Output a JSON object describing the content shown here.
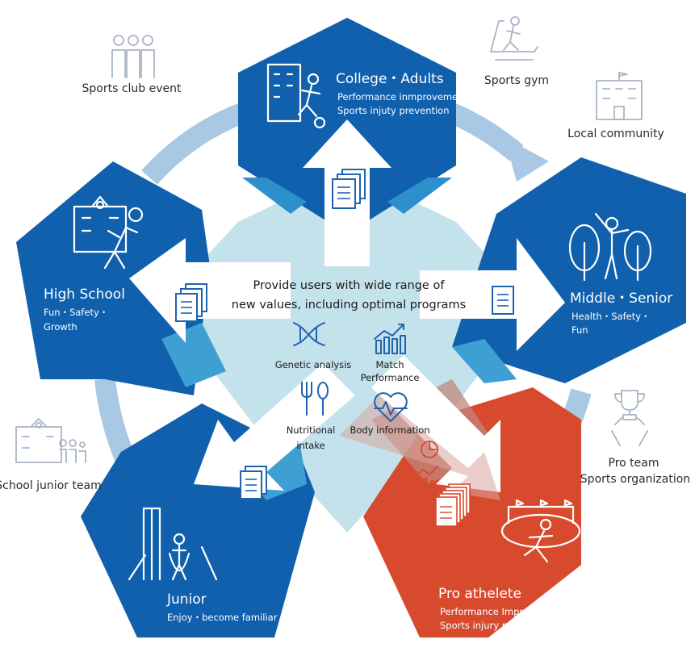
{
  "colors": {
    "pentagon_blue": "#1060ad",
    "pro_red": "#d84a2e",
    "ring": "#9cc0df",
    "center": "#c4e2ec",
    "outer_icon": "#aab4c4"
  },
  "center": {
    "title_line1": "Provide users with wide range of",
    "title_line2": "new values, including optimal programs",
    "items": {
      "genetic": "Genetic analysis",
      "match_line1": "Match",
      "match_line2": "Performance",
      "nutrition_line1": "Nutritional",
      "nutrition_line2": "intake",
      "body": "Body information"
    }
  },
  "stages": {
    "college": {
      "title": "College・Adults",
      "sub1": "Performance inmprovement",
      "sub2": "Sports injuty prevention"
    },
    "middle": {
      "title": "Middle・Senior",
      "sub1": "Health・Safety・",
      "sub2": "Fun"
    },
    "pro": {
      "title": "Pro athelete",
      "sub1": "Performance Improvement",
      "sub2": "Sports injury prevention"
    },
    "junior": {
      "title": "Junior",
      "sub1": "Enjoy・become familiar"
    },
    "high": {
      "title": "High School",
      "sub1": "Fun・Safety・",
      "sub2": "Growth"
    }
  },
  "outer": {
    "club": "Sports club event",
    "gym": "Sports gym",
    "community": "Local community",
    "pro_team_line1": "Pro team",
    "pro_team_line2": "Sports organization",
    "school": "School junior team"
  },
  "icons": [
    "people-group-icon",
    "treadmill-runner-icon",
    "building-flag-icon",
    "trophy-hands-icon",
    "school-family-icon",
    "building-soccer-icon",
    "school-volleyball-icon",
    "trees-stretch-icon",
    "stadium-runner-icon",
    "playground-jumprope-icon",
    "dna-icon",
    "bar-chart-trend-icon",
    "fork-spoon-icon",
    "heart-pulse-icon",
    "document-stack-icon",
    "document-icon"
  ]
}
